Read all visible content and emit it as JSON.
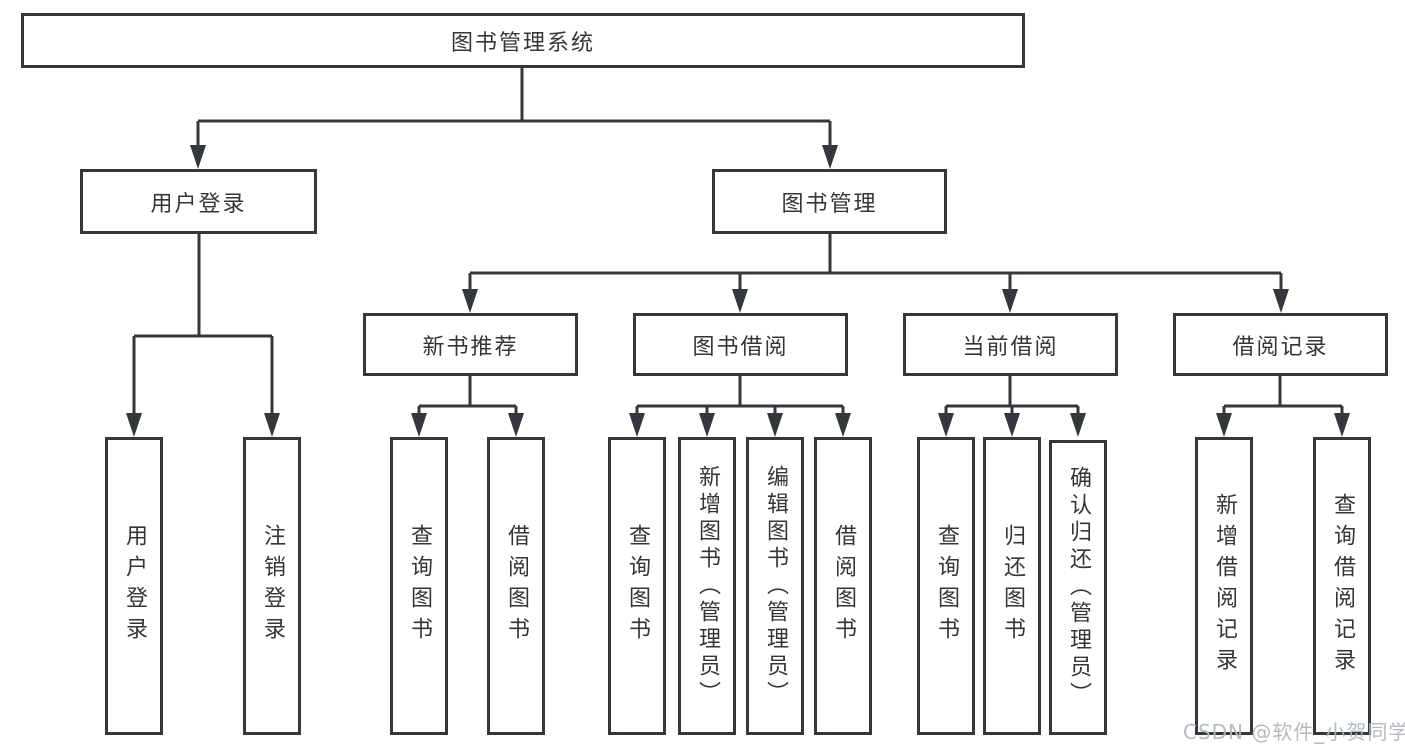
{
  "diagram": {
    "root": {
      "label": "图书管理系统"
    },
    "branches": [
      {
        "label": "用户登录",
        "children": [
          {
            "label": "用户登录"
          },
          {
            "label": "注销登录"
          }
        ]
      },
      {
        "label": "图书管理",
        "children": [
          {
            "label": "新书推荐",
            "children": [
              {
                "label": "查询图书"
              },
              {
                "label": "借阅图书"
              }
            ]
          },
          {
            "label": "图书借阅",
            "children": [
              {
                "label": "查询图书"
              },
              {
                "label": "新增图书（管理员）"
              },
              {
                "label": "编辑图书（管理员）"
              },
              {
                "label": "借阅图书"
              }
            ]
          },
          {
            "label": "当前借阅",
            "children": [
              {
                "label": "查询图书"
              },
              {
                "label": "归还图书"
              },
              {
                "label": "确认归还（管理员）"
              }
            ]
          },
          {
            "label": "借阅记录",
            "children": [
              {
                "label": "新增借阅记录"
              },
              {
                "label": "查询借阅记录"
              }
            ]
          }
        ]
      }
    ]
  },
  "watermark": {
    "text": "CSDN @软件_小贺同学"
  },
  "colors": {
    "line": "#34373c",
    "box_border": "#34373c",
    "text": "#333639",
    "watermark": "#b2b6bd",
    "background": "#ffffff"
  }
}
